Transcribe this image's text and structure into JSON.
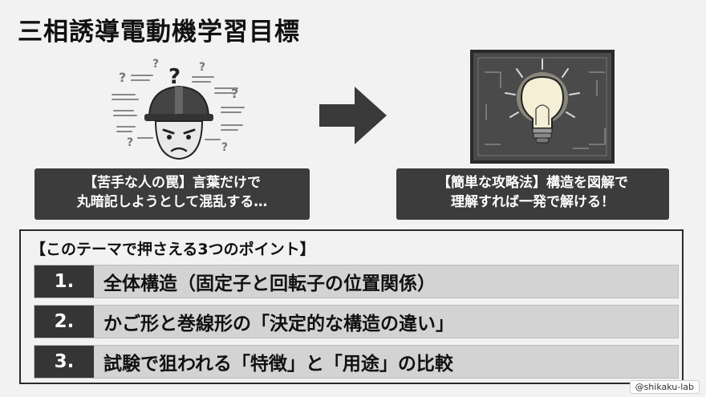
{
  "title": "三相誘導電動機学習目標",
  "left_caption": {
    "line1": "【苦手な人の罠】言葉だけで",
    "line2": "丸暗記しようとして混乱する…"
  },
  "right_caption": {
    "line1": "【簡単な攻略法】構造を図解で",
    "line2": "理解すれば一発で解ける！"
  },
  "illustrations": {
    "left": "confused-worker-icon",
    "center": "arrow-right-icon",
    "right": "lightbulb-blueprint-icon"
  },
  "points_panel": {
    "heading": "【このテーマで押さえる3つのポイント】",
    "items": [
      {
        "number": "1.",
        "text": "全体構造（固定子と回転子の位置関係）"
      },
      {
        "number": "2.",
        "text": "かご形と巻線形の「決定的な構造の違い」"
      },
      {
        "number": "3.",
        "text": "試験で狙われる「特徴」と「用途」の比較"
      }
    ]
  },
  "credit": "@shikaku-lab",
  "colors": {
    "background": "#f2f2f2",
    "dark_box": "#3c3c3c",
    "number_box": "#353535",
    "point_row": "#d3d3d3"
  }
}
